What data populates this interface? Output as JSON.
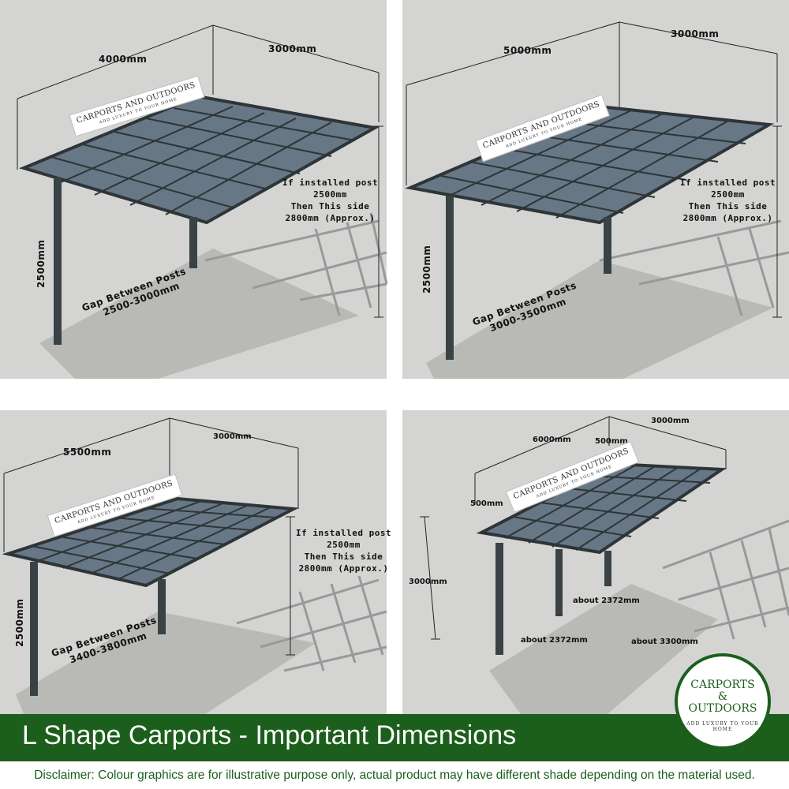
{
  "sign": {
    "title": "CARPORTS AND OUTDOORS",
    "tagline": "ADD LUXURY TO YOUR HOME"
  },
  "panels": [
    {
      "length": "4000mm",
      "width": "3000mm",
      "post_height": "2500mm",
      "gap_label": "Gap Between Posts",
      "gap": "2500-3000mm",
      "note": "If installed post\n2500mm\nThen This side\n2800mm (Approx.)"
    },
    {
      "length": "5000mm",
      "width": "3000mm",
      "post_height": "2500mm",
      "gap_label": "Gap Between Posts",
      "gap": "3000-3500mm",
      "note": "If installed post\n2500mm\nThen This side\n2800mm (Approx.)"
    },
    {
      "length": "5500mm",
      "width": "3000mm",
      "post_height": "2500mm",
      "gap_label": "Gap Between Posts",
      "gap": "3400-3800mm",
      "note": "If installed post\n2500mm\nThen This side\n2800mm (Approx.)"
    },
    {
      "length": "6000mm",
      "width": "3000mm",
      "overhang_front": "500mm",
      "overhang_side": "500mm",
      "height": "3000mm",
      "gap_back": "about 2372mm",
      "gap_front": "about 2372mm",
      "depth": "about 3300mm"
    }
  ],
  "banner": {
    "title": "L Shape Carports - Important Dimensions"
  },
  "disclaimer": "Disclaimer: Colour graphics are for illustrative purpose only, actual product may have different shade depending on the material used.",
  "logo": {
    "line1": "CARPORTS",
    "line2": "&",
    "line3": "OUTDOORS",
    "tagline": "ADD LUXURY TO YOUR HOME"
  },
  "colors": {
    "brand_green": "#1c5f1c",
    "panel_bg": "#d4d4d2",
    "roof": "#5e6f7e",
    "frame": "#2d3538"
  }
}
